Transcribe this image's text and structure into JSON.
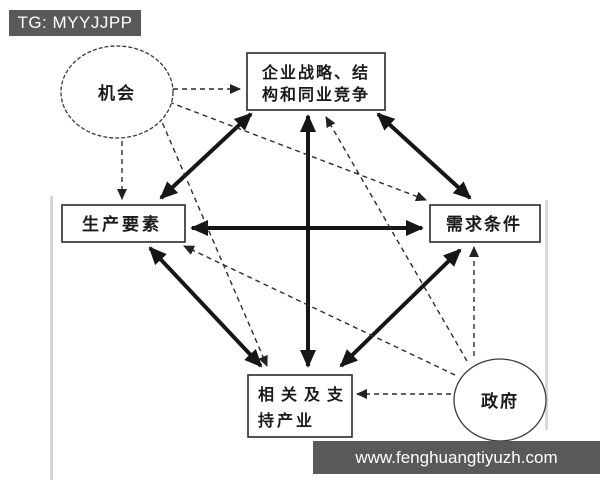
{
  "watermark_badge": {
    "text": "TG: MYYJJPP"
  },
  "watermark_bar": {
    "text": "www.fenghuangtiyuzh.com"
  },
  "nodes": {
    "strategy": {
      "line1": "企业战略、结",
      "line2": "构和同业竞争"
    },
    "factors": {
      "label": "生产要素"
    },
    "demand": {
      "label": "需求条件"
    },
    "related": {
      "line1": "相关及支",
      "line2": "持产业"
    },
    "chance": {
      "label": "机会"
    },
    "government": {
      "label": "政府"
    }
  },
  "edges": {
    "solid_bidirectional": [
      {
        "from": "企业战略、结构和同业竞争",
        "to": "生产要素"
      },
      {
        "from": "企业战略、结构和同业竞争",
        "to": "需求条件"
      },
      {
        "from": "生产要素",
        "to": "需求条件"
      },
      {
        "from": "生产要素",
        "to": "相关及支持产业"
      },
      {
        "from": "需求条件",
        "to": "相关及支持产业"
      },
      {
        "from": "企业战略、结构和同业竞争",
        "to": "相关及支持产业"
      }
    ],
    "dashed_influence": [
      {
        "from": "机会",
        "to": "生产要素"
      },
      {
        "from": "机会",
        "to": "企业战略、结构和同业竞争"
      },
      {
        "from": "机会",
        "to": "需求条件"
      },
      {
        "from": "机会",
        "to": "相关及支持产业"
      },
      {
        "from": "政府",
        "to": "企业战略、结构和同业竞争"
      },
      {
        "from": "政府",
        "to": "生产要素"
      },
      {
        "from": "政府",
        "to": "需求条件"
      },
      {
        "from": "政府",
        "to": "相关及支持产业"
      }
    ]
  },
  "colors": {
    "watermark_bg": "#595959",
    "watermark_text": "#ffffff",
    "line": "#161616",
    "background": "#ffffff"
  }
}
